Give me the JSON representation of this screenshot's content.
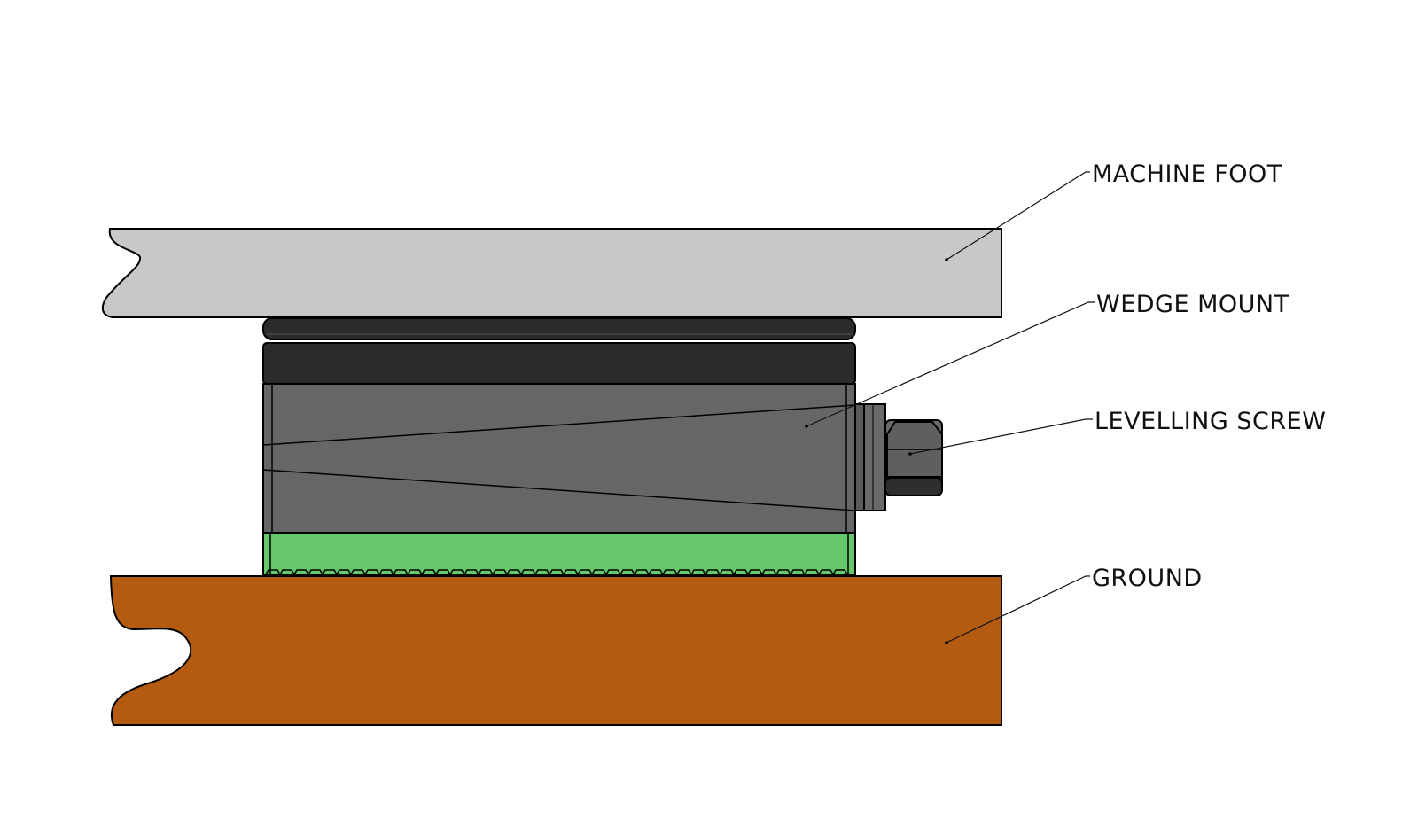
{
  "labels": {
    "machine_foot": "MACHINE FOOT",
    "wedge_mount": "WEDGE MOUNT",
    "levelling_screw": "LEVELLING SCREW",
    "ground": "GROUND"
  },
  "colors": {
    "machine_foot": "#c8c8c8",
    "ground": "#b35c11",
    "wedge_body": "#666666",
    "top_plates": "#2b2b2b",
    "base_pad": "#66c86a",
    "screw": "#5a5a5a"
  }
}
